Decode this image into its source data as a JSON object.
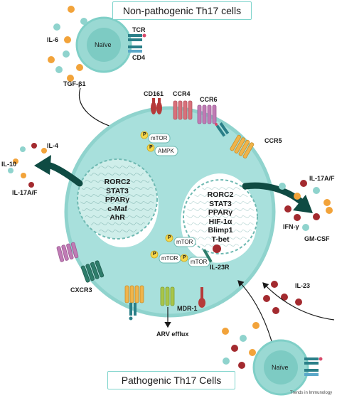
{
  "top_title": "Non-pathogenic Th17 cells",
  "bottom_title": "Pathogenic Th17 Cells",
  "naive_top": {
    "label": "Naïve",
    "receptor_labels": [
      "TCR",
      "CD4"
    ]
  },
  "naive_bottom": {
    "label": "Naïve"
  },
  "cytokines_in": [
    "IL-6",
    "TGF-β1",
    "IL-23"
  ],
  "surface_markers": [
    "CD161",
    "CCR4",
    "CCR6",
    "CCR5",
    "CXCR3",
    "MDR-1",
    "IL-23R"
  ],
  "signaling": {
    "phospho": "P",
    "mtor": "mTOR",
    "ampk": "AMPK"
  },
  "left_nucleus_factors": [
    "RORC2",
    "STAT3",
    "PPARγ",
    "c-Maf",
    "AhR"
  ],
  "right_nucleus_factors": [
    "RORC2",
    "STAT3",
    "PPARγ",
    "HIF-1α",
    "Blimp1",
    "T-bet"
  ],
  "secreted_left": [
    "IL-4",
    "IL-10",
    "IL-17A/F"
  ],
  "secreted_right": [
    "IL-17A/F",
    "IFN-γ",
    "GM-CSF"
  ],
  "efflux_label": "ARV efflux",
  "credit": "Trends in Immunology",
  "colors": {
    "cell": "#a8e0dc",
    "cell_edge": "#8fd3cd",
    "naive": "#8fd3cd",
    "dot_orange": "#f2a33a",
    "dot_teal": "#8fd3cd",
    "dot_red": "#a32a2f",
    "arrow_dark": "#0f4b43",
    "ccr4": "#d8707a",
    "ccr6": "#c07bb5",
    "cxcr3": "#2e7d6b",
    "ccr5": "#f0b44a",
    "mdr1": "#a8c64a"
  }
}
